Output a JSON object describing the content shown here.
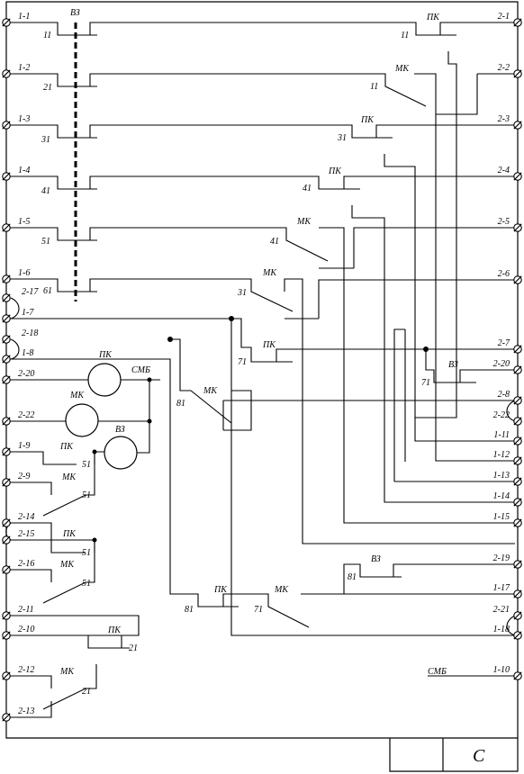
{
  "title_block": {
    "sheet_letter": "C"
  },
  "contact_groups": {
    "vz": "ВЗ",
    "pk": "ПК",
    "mk": "МК",
    "smb": "СМБ"
  },
  "left_terminals": [
    "1-1",
    "1-2",
    "1-3",
    "1-4",
    "1-5",
    "1-6",
    "2-17",
    "1-7",
    "2-18",
    "1-8",
    "2-20",
    "2-22",
    "1-9",
    "2-9",
    "2-14",
    "2-15",
    "2-16",
    "2-11",
    "2-10",
    "2-12",
    "2-13"
  ],
  "right_terminals": [
    "2-1",
    "2-2",
    "2-3",
    "2-4",
    "2-5",
    "2-6",
    "2-7",
    "2-20",
    "2-8",
    "2-22",
    "1-11",
    "1-12",
    "1-13",
    "1-14",
    "1-15",
    "2-19",
    "1-17",
    "2-21",
    "1-18",
    "1-10"
  ],
  "contact_numbers": {
    "vz_left": [
      "11",
      "21",
      "31",
      "41",
      "51",
      "61"
    ],
    "pk_row1": "11",
    "mk_row2": "11",
    "pk_row3": "31",
    "pk_row4": "41",
    "mk_row5": "41",
    "mk_row6": "31",
    "pk_row7": "71",
    "mk_row8": "81",
    "vz_row7": "71",
    "pk_19": "51",
    "mk_29": "51",
    "pk_215": "51",
    "mk_216": "51",
    "vz_219": "81",
    "pk_117": "81",
    "mk_117": "71",
    "pk_210": "21",
    "mk_212": "21"
  }
}
